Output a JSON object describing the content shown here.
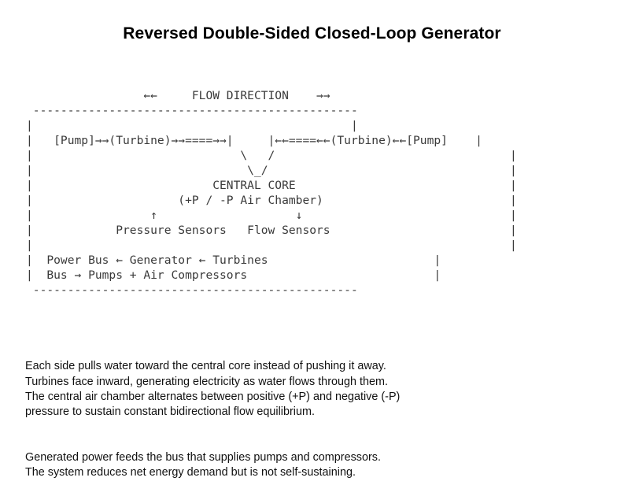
{
  "document": {
    "title": "Reversed Double-Sided Closed-Loop Generator",
    "background_color": "#ffffff",
    "title_color": "#000000",
    "diagram_color": "#3a3a3a",
    "body_color": "#111111"
  },
  "diagram": {
    "type": "ascii-art",
    "labels": {
      "flow_direction": "FLOW DIRECTION",
      "left_flow_arrows": "←←",
      "right_flow_arrows": "→→",
      "left_pump": "[Pump]",
      "left_turbine": "(Turbine)",
      "right_turbine": "(Turbine)",
      "right_pump": "[Pump]",
      "central_core": "CENTRAL CORE",
      "air_chamber": "(+P / -P Air Chamber)",
      "pressure_sensors": "Pressure Sensors",
      "flow_sensors": "Flow Sensors",
      "pressure_sensor_arrow": "↑",
      "flow_sensor_arrow": "↓",
      "power_bus_line": "Power Bus ← Generator ← Turbines",
      "bus_line": "Bus → Pumps + Air Compressors"
    },
    "lines": [
      "                 ←←     FLOW DIRECTION    →→",
      " -----------------------------------------------",
      "|                                              |",
      "|   [Pump]→→(Turbine)→→====→→|     |←←====←←(Turbine)←←[Pump]    |",
      "|                              \\   /                                  |",
      "|                               \\_/                                   |",
      "|                          CENTRAL CORE                               |",
      "|                     (+P / -P Air Chamber)                           |",
      "|                 ↑                    ↓                              |",
      "|            Pressure Sensors   Flow Sensors                          |",
      "|                                                                     |",
      "|  Power Bus ← Generator ← Turbines                        |",
      "|  Bus → Pumps + Air Compressors                           |",
      " -----------------------------------------------"
    ]
  },
  "notes": {
    "paragraphs": [
      "Each side pulls water toward the central core instead of pushing it away.\nTurbines face inward, generating electricity as water flows through them.\nThe central air chamber alternates between positive (+P) and negative (-P)\npressure to sustain constant bidirectional flow equilibrium.",
      "Generated power feeds the bus that supplies pumps and compressors.\nThe system reduces net energy demand but is not self-sustaining."
    ]
  }
}
